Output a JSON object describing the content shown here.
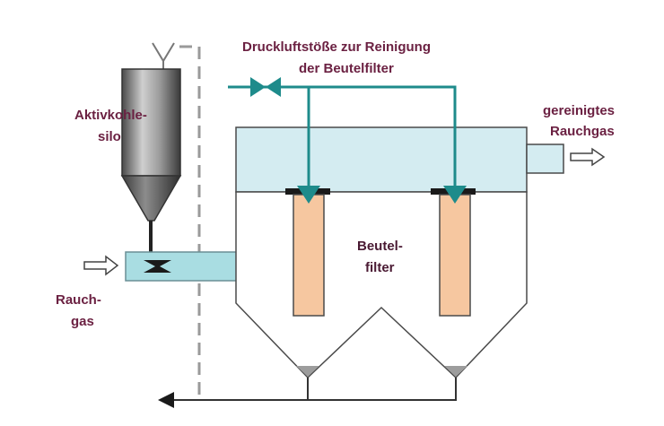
{
  "labels": {
    "silo_line1": "Aktivkohle-",
    "silo_line2": "silo",
    "pulse_line1": "Druckluftstöße zur Reinigung",
    "pulse_line2": "der Beutelfilter",
    "clean_line1": "gereinigtes",
    "clean_line2": "Rauchgas",
    "filter_line1": "Beutel-",
    "filter_line2": "filter",
    "flue_line1": "Rauch-",
    "flue_line2": "gas"
  },
  "colors": {
    "text": "#6b2142",
    "pipe_teal": "#1e8b8b",
    "housing_fill": "#d4ecf1",
    "duct_fill": "#a9dde2",
    "bag_fill": "#f6c7a0",
    "outline": "#4a4a4a",
    "dashed_line": "#999999"
  }
}
